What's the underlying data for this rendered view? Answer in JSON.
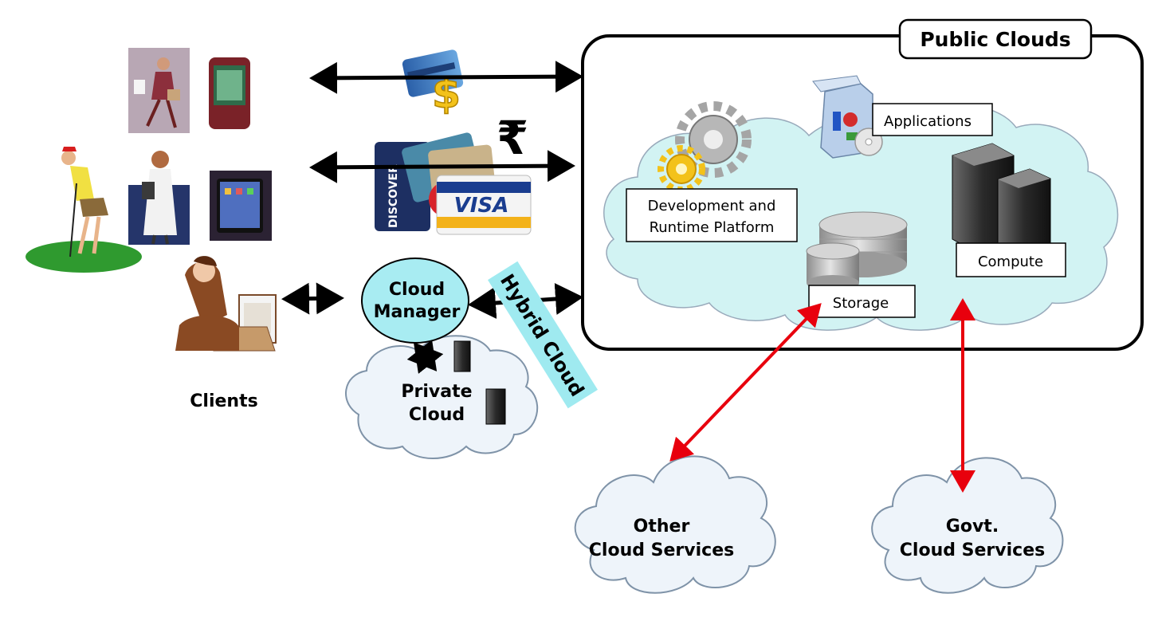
{
  "public_clouds": {
    "title": "Public Clouds",
    "applications": "Applications",
    "platform_line1": "Development and",
    "platform_line2": "Runtime Platform",
    "storage": "Storage",
    "compute": "Compute"
  },
  "clients": {
    "label": "Clients"
  },
  "cloud_manager": {
    "line1": "Cloud",
    "line2": "Manager"
  },
  "private_cloud": {
    "line1": "Private",
    "line2": "Cloud"
  },
  "hybrid_cloud": {
    "label": "Hybrid Cloud"
  },
  "other_services": {
    "line1": "Other",
    "line2": "Cloud Services"
  },
  "govt_services": {
    "line1": "Govt.",
    "line2": "Cloud Services"
  },
  "payment": {
    "card_brand": "VISA",
    "rupee_symbol": "₹",
    "dollar_symbol": "$",
    "card_vertical": "DISCOVER"
  },
  "colors": {
    "cloud_fill": "#d2f3f3",
    "manager_fill": "#a8ecf2",
    "hybrid_fill": "#9feaf0",
    "red_arrow": "#e8000d",
    "ext_cloud_fill": "#eef4fa"
  }
}
